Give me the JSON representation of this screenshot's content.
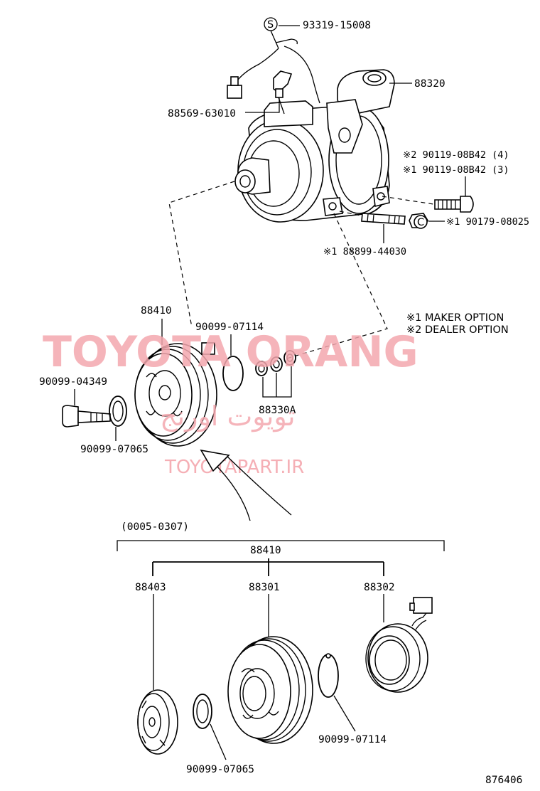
{
  "labels": {
    "sensor_clip": "93319-15008",
    "compressor": "88320",
    "connector": "88569-63010",
    "bolt_dealer": "※2 90119-08B42 (4)",
    "bolt_maker": "※1 90119-08B42 (3)",
    "nut": "※1 90179-08025",
    "stud": "※1 88899-44030",
    "clutch_assy_top": "88410",
    "snap_ring_top": "90099-07114",
    "shims": "88330A",
    "bolt": "90099-04349",
    "washer_top": "90099-07065",
    "range": "(0005-0307)",
    "clutch_assy_bottom": "88410",
    "hub": "88403",
    "pulley": "88301",
    "stator": "88302",
    "washer_bottom": "90099-07065",
    "snap_ring_bottom": "90099-07114",
    "diagram_no": "876406"
  },
  "legend": {
    "maker": "※1  MAKER OPTION",
    "dealer": "※2  DEALER OPTION"
  },
  "symbols": {
    "s_mark": "S",
    "c_mark": "C"
  },
  "watermark": {
    "brand": "TOYOTA ORANG",
    "persian": "تویوت اورنج",
    "url": "TOYOTAPART.IR"
  }
}
